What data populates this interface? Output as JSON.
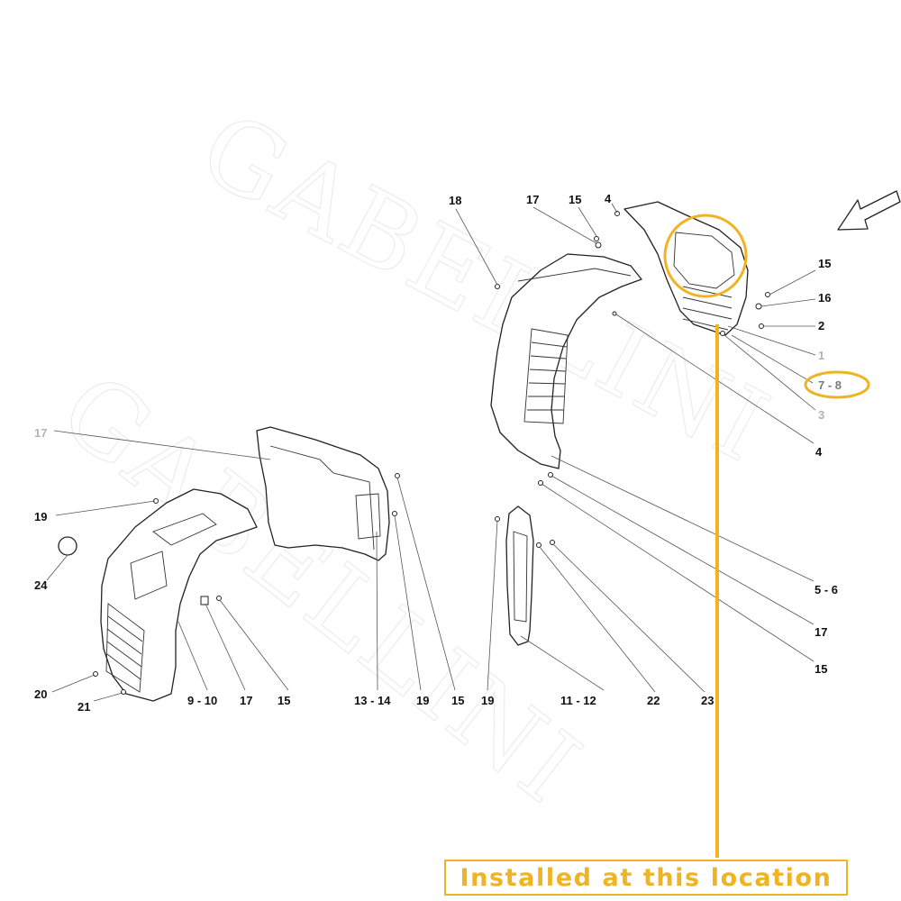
{
  "watermark": {
    "text": "GABELLINI"
  },
  "callouts": {
    "c18": "18",
    "c17_top": "17",
    "c15_top": "15",
    "c4_top": "4",
    "c15_r": "15",
    "c16": "16",
    "c2": "2",
    "c1": "1",
    "c7_8": "7 - 8",
    "c3": "3",
    "c4_r": "4",
    "c17_left": "17",
    "c19_left": "19",
    "c24": "24",
    "c20": "20",
    "c21": "21",
    "c9_10": "9 - 10",
    "c17_bot": "17",
    "c15_bot": "15",
    "c13_14": "13 - 14",
    "c19_mid": "19",
    "c15_mid": "15",
    "c19_r": "19",
    "c11_12": "11 - 12",
    "c22": "22",
    "c23": "23",
    "c5_6": "5 - 6",
    "c17_br": "17",
    "c15_br": "15"
  },
  "install_note": {
    "text": "Installed at this location"
  },
  "colors": {
    "highlight": "#f0b323"
  }
}
